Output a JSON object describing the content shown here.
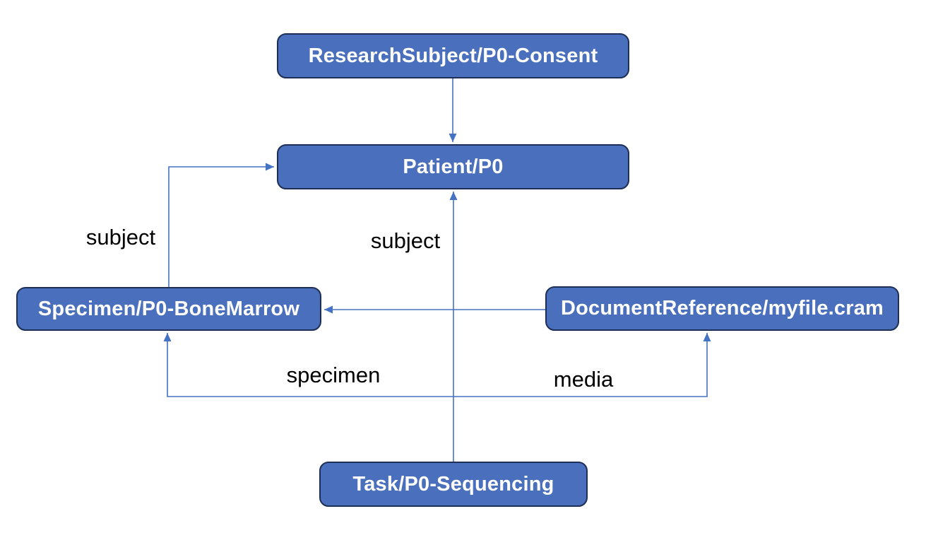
{
  "diagram": {
    "nodes": [
      {
        "id": "research-subject",
        "label": "ResearchSubject/P0-Consent"
      },
      {
        "id": "patient",
        "label": "Patient/P0"
      },
      {
        "id": "specimen",
        "label": "Specimen/P0-BoneMarrow"
      },
      {
        "id": "document-reference",
        "label": "DocumentReference/myfile.cram"
      },
      {
        "id": "task",
        "label": "Task/P0-Sequencing"
      }
    ],
    "edges": [
      {
        "from": "research-subject",
        "to": "patient",
        "label": ""
      },
      {
        "from": "specimen",
        "to": "patient",
        "label": "subject"
      },
      {
        "from": "task",
        "to": "patient",
        "label": "subject"
      },
      {
        "from": "document-reference",
        "to": "specimen",
        "label": ""
      },
      {
        "from": "task",
        "to": "specimen",
        "label": "specimen"
      },
      {
        "from": "task",
        "to": "document-reference",
        "label": "media"
      }
    ],
    "colors": {
      "node_fill": "#4a6fbc",
      "node_border": "#1e2f55",
      "node_text": "#ffffff",
      "edge": "#4472c4",
      "label_text": "#000000",
      "background": "#ffffff"
    }
  }
}
